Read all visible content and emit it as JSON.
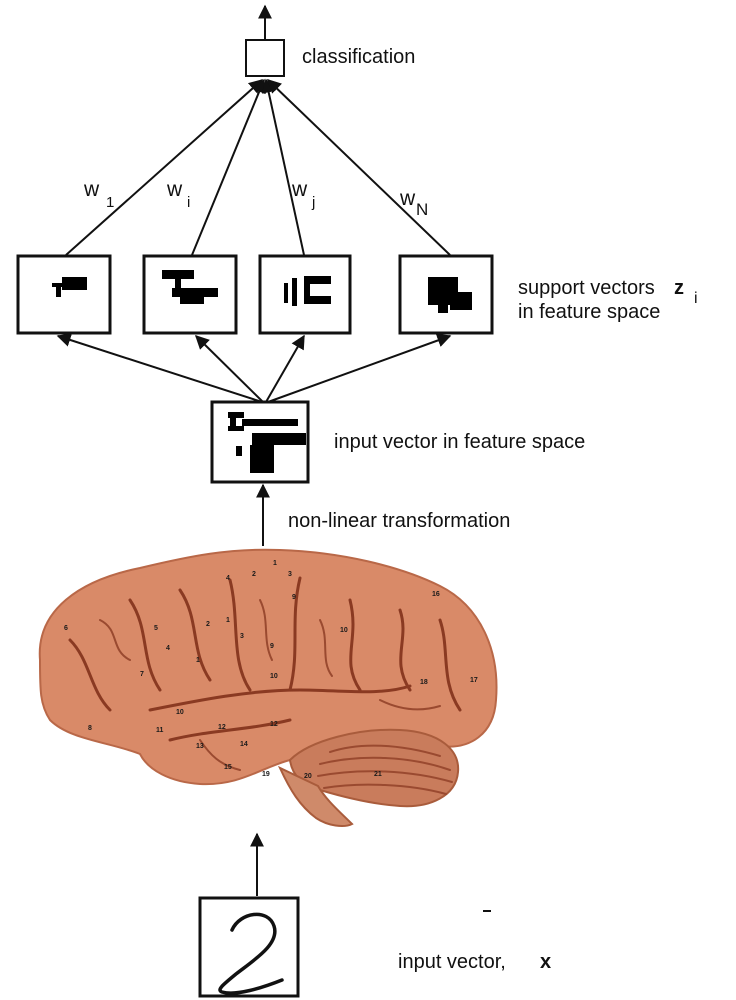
{
  "labels": {
    "classification": "classification",
    "support_vectors_line1": "support vectors",
    "support_vectors_symbol": "z",
    "support_vectors_index": "i",
    "support_vectors_line2": "in feature space",
    "input_feature": "input vector in feature space",
    "nonlinear": "non-linear transformation",
    "input_vector": "input vector,",
    "input_vector_symbol": "x"
  },
  "weights": [
    {
      "letter": "w",
      "sub": "1"
    },
    {
      "letter": "w",
      "sub": "i"
    },
    {
      "letter": "w",
      "sub": "j"
    },
    {
      "letter": "w",
      "sub": "N"
    }
  ],
  "brain_labels": [
    "1",
    "2",
    "3",
    "4",
    "9",
    "16",
    "6",
    "5",
    "2",
    "1",
    "3",
    "10",
    "4",
    "9",
    "1",
    "7",
    "10",
    "18",
    "17",
    "10",
    "12",
    "12",
    "11",
    "13",
    "14",
    "8",
    "15",
    "19",
    "20",
    "21"
  ],
  "colors": {
    "ink": "#111111",
    "brain": "#d98a68",
    "cerebellum": "#c97c5c"
  }
}
